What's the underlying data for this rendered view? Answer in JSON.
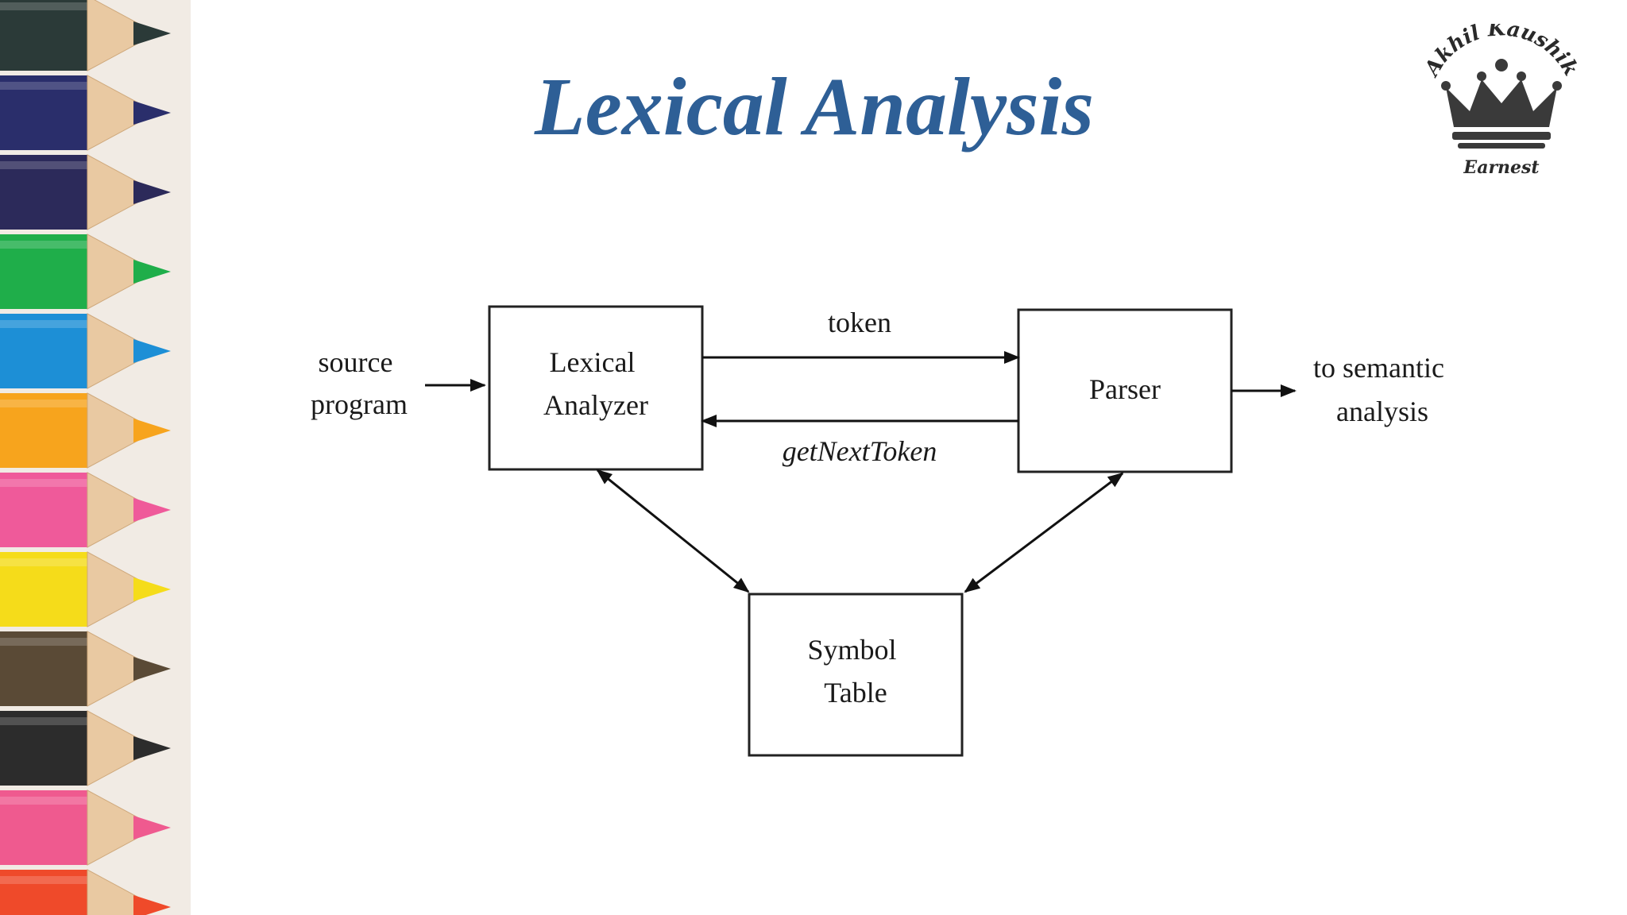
{
  "slide": {
    "title": "Lexical Analysis"
  },
  "logo": {
    "top_text": "Akhil Kaushik",
    "bottom_text": "Earnest"
  },
  "diagram": {
    "input_label": [
      "source",
      "program"
    ],
    "nodes": {
      "lexer": [
        "Lexical",
        "Analyzer"
      ],
      "parser": [
        "Parser"
      ],
      "symbol_table": [
        "Symbol",
        "Table"
      ]
    },
    "edges": {
      "token": "token",
      "get_next_token": "getNextToken"
    },
    "output_label": [
      "to semantic",
      "analysis"
    ]
  },
  "decor": {
    "pencil_colors": [
      "#2b3a38",
      "#2a2e6b",
      "#2c2a5a",
      "#1fae4a",
      "#1d8fd6",
      "#f7a41d",
      "#ef5a9a",
      "#f5dc1a",
      "#5a4a36",
      "#2c2c2c",
      "#ef5a8f",
      "#ef4a2a"
    ]
  }
}
